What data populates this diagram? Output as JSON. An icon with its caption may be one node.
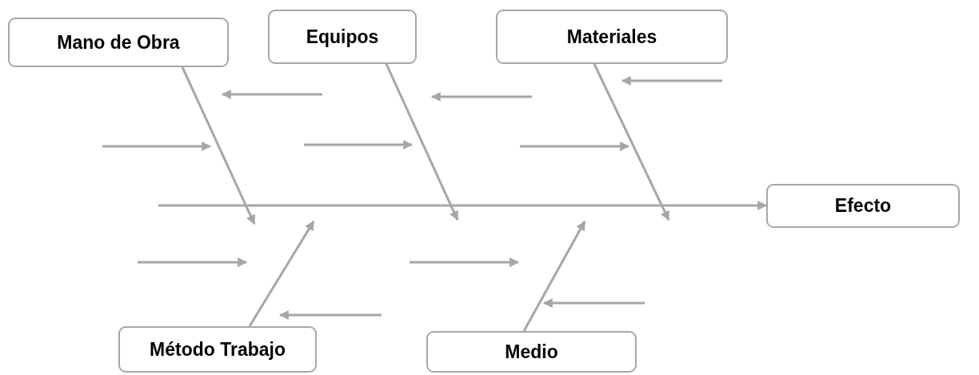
{
  "diagram": {
    "nodes": [
      {
        "text": [
          "Mano de Obra"
        ]
      },
      {
        "text": [
          "Equipos"
        ]
      },
      {
        "text": [
          "Materiales"
        ]
      },
      {
        "text": [
          "Efecto"
        ]
      },
      {
        "text": [
          "Método Trabajo"
        ]
      },
      {
        "text": [
          "Medio"
        ]
      }
    ],
    "edges": [
      {
        "from": 0,
        "to": null,
        "arrow": "to"
      },
      {
        "from": 1,
        "to": null,
        "arrow": "to"
      },
      {
        "from": 2,
        "to": null,
        "arrow": "to"
      },
      {
        "from": null,
        "to": 3,
        "arrow": "to"
      },
      {
        "from": 4,
        "to": null,
        "arrow": "to"
      },
      {
        "from": 5,
        "to": null,
        "arrow": "to"
      }
    ]
  }
}
